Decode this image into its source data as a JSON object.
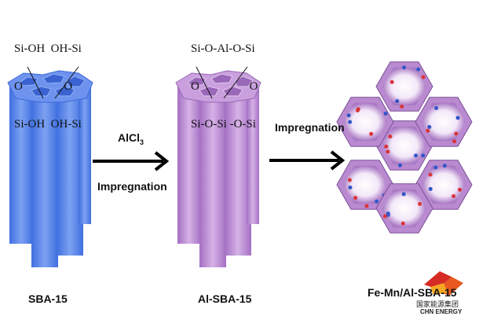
{
  "stages": [
    {
      "label": "SBA-15",
      "color": "#5b86e8",
      "formula": [
        "Si-OH  OH-Si",
        "O              O",
        "Si-OH  OH-Si"
      ]
    },
    {
      "label": "Al-SBA-15",
      "color": "#c08fd6",
      "formula": [
        "Si-O-Al-O-Si",
        "O                 O",
        "Si-O-Si -O-Si"
      ]
    },
    {
      "label": "Fe-Mn/Al-SBA-15",
      "color": "#b98ad0"
    }
  ],
  "arrows": [
    {
      "reagent": "AlCl",
      "reagent_sub": "3",
      "process": "Impregnation"
    },
    {
      "process": "Impregnation"
    }
  ],
  "particle_colors": {
    "fe": "#d9353a",
    "mn": "#3256c8"
  },
  "watermark": {
    "name_cn": "国家能源集团",
    "name_en": "CHN ENERGY"
  }
}
